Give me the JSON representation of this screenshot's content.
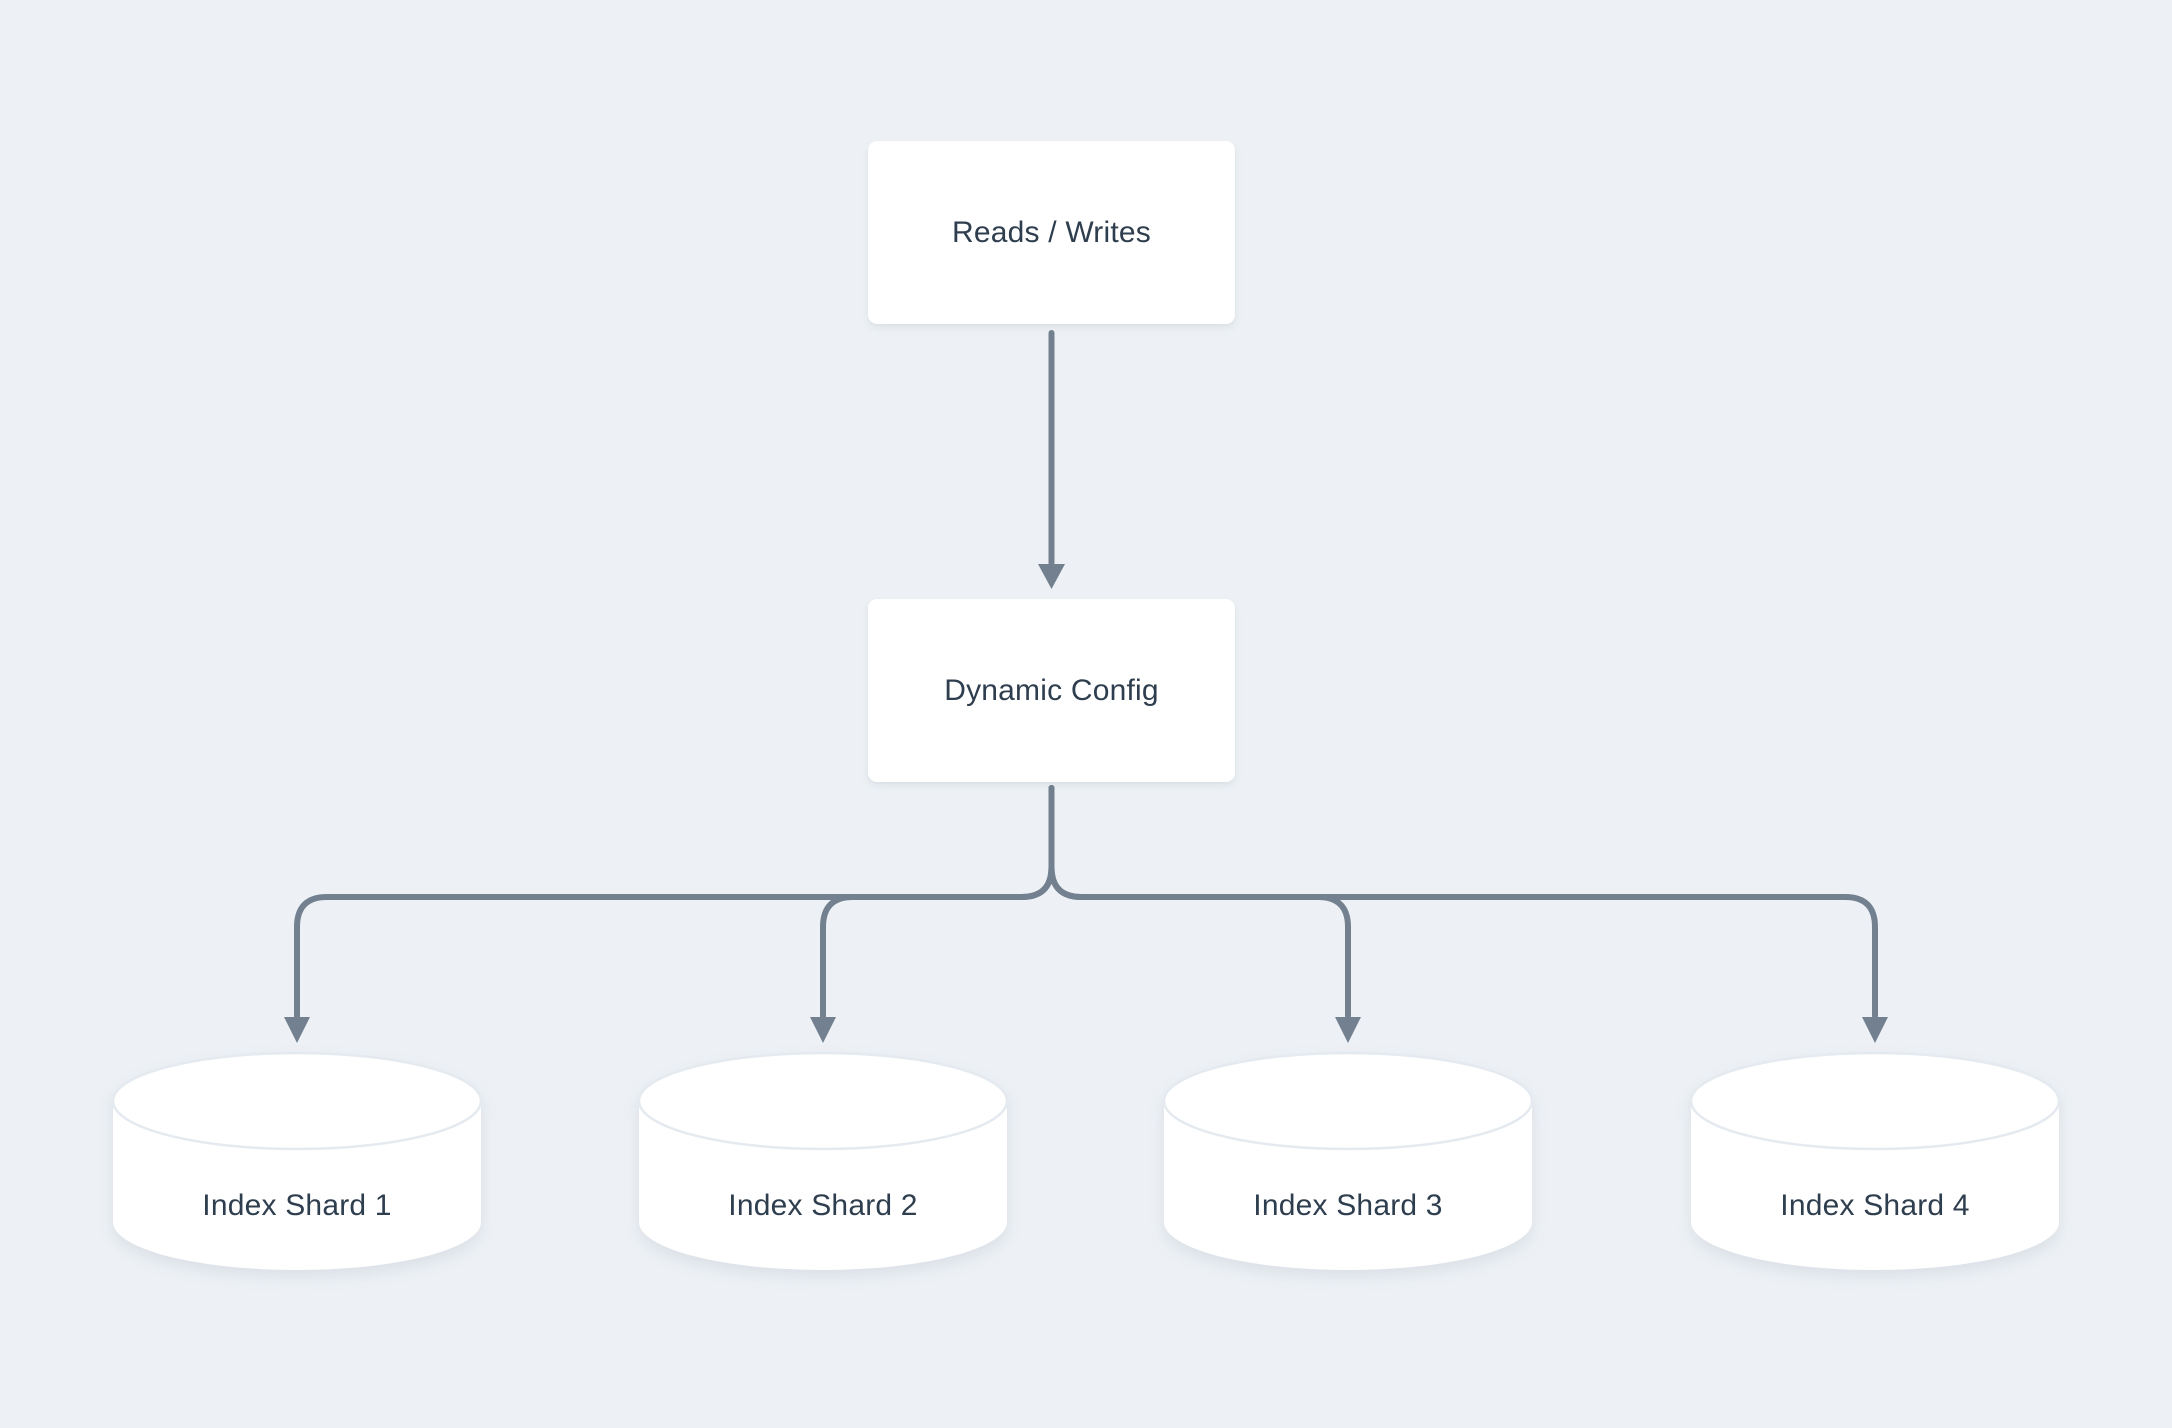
{
  "diagram": {
    "type": "flowchart",
    "background_color": "#edf1f5",
    "edge_color": "#73808f",
    "text_color": "#2e3e4e",
    "node_fill_color": "#ffffff",
    "nodes": [
      {
        "id": "reads-writes",
        "shape": "rectangle",
        "label": "Reads / Writes"
      },
      {
        "id": "dynamic-config",
        "shape": "rectangle",
        "label": "Dynamic Config"
      },
      {
        "id": "index-shard-1",
        "shape": "cylinder",
        "label": "Index Shard 1"
      },
      {
        "id": "index-shard-2",
        "shape": "cylinder",
        "label": "Index Shard 2"
      },
      {
        "id": "index-shard-3",
        "shape": "cylinder",
        "label": "Index Shard 3"
      },
      {
        "id": "index-shard-4",
        "shape": "cylinder",
        "label": "Index Shard 4"
      }
    ],
    "edges": [
      {
        "from": "Reads / Writes",
        "to": "Dynamic Config"
      },
      {
        "from": "Dynamic Config",
        "to": "Index Shard 1"
      },
      {
        "from": "Dynamic Config",
        "to": "Index Shard 2"
      },
      {
        "from": "Dynamic Config",
        "to": "Index Shard 3"
      },
      {
        "from": "Dynamic Config",
        "to": "Index Shard 4"
      }
    ]
  }
}
